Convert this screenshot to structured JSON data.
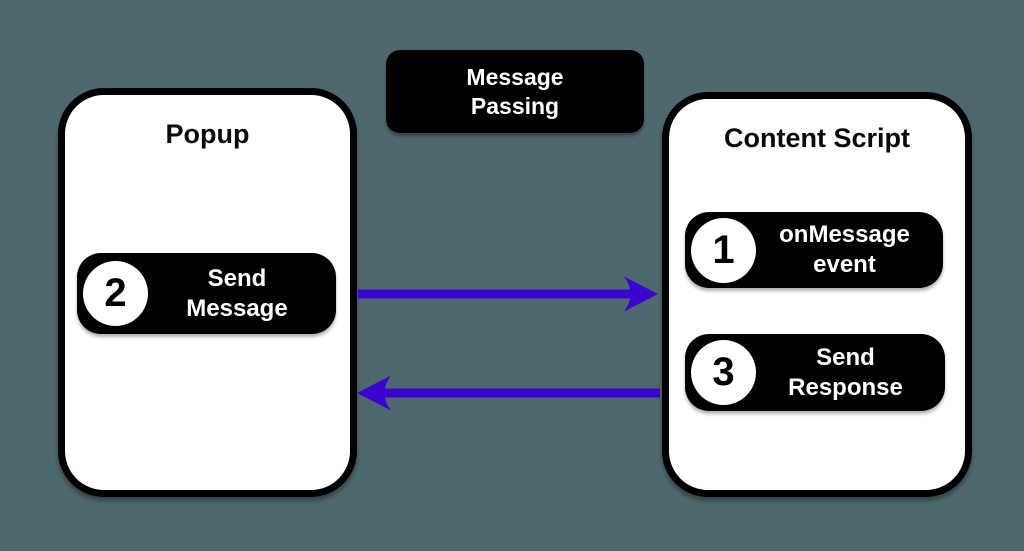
{
  "canvas": {
    "background": "#4e696d",
    "width": "1024",
    "height": "551"
  },
  "message_passing_box": {
    "line1": "Message",
    "line2": "Passing",
    "bg": "#000000",
    "text_color": "#ffffff"
  },
  "popup_panel": {
    "title": "Popup",
    "send_message_pill": {
      "number": "2",
      "line1": "Send",
      "line2": "Message"
    }
  },
  "content_script_panel": {
    "title": "Content Script",
    "onmessage_pill": {
      "number": "1",
      "line1": "onMessage",
      "line2": "event"
    },
    "send_response_pill": {
      "number": "3",
      "line1": "Send",
      "line2": "Response"
    }
  },
  "arrows": {
    "color": "#3b05cf",
    "forward_arrow": "popup to content script",
    "return_arrow": "content script to popup"
  }
}
